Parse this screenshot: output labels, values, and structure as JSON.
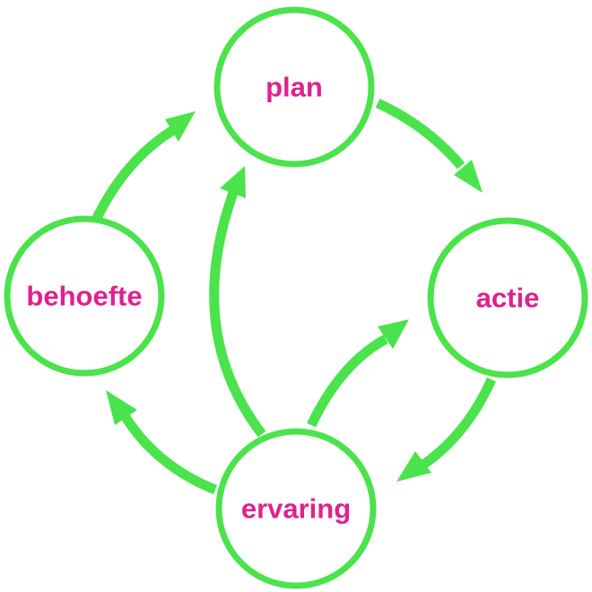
{
  "colors": {
    "accent": "#4be34b",
    "label": "#e0208f",
    "background": "#ffffff"
  },
  "nodes": {
    "plan": {
      "label": "plan"
    },
    "actie": {
      "label": "actie"
    },
    "ervaring": {
      "label": "ervaring"
    },
    "behoefte": {
      "label": "behoefte"
    }
  },
  "edges": [
    {
      "from": "plan",
      "to": "actie"
    },
    {
      "from": "actie",
      "to": "ervaring"
    },
    {
      "from": "ervaring",
      "to": "behoefte"
    },
    {
      "from": "behoefte",
      "to": "plan"
    },
    {
      "from": "ervaring",
      "to": "plan"
    },
    {
      "from": "ervaring",
      "to": "actie"
    }
  ]
}
